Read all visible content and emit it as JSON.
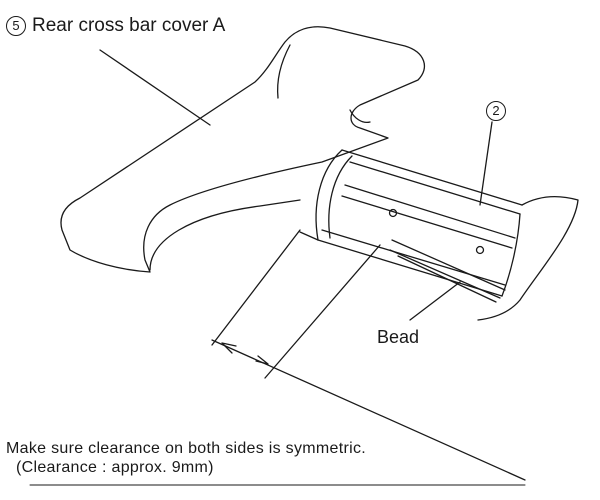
{
  "labels": {
    "part_number": "5",
    "part_name": "Rear cross bar cover A",
    "ref_number": "2",
    "bead": "Bead"
  },
  "note": {
    "line1": "Make sure clearance on both sides is symmetric.",
    "line2": "(Clearance : approx. 9mm)"
  }
}
